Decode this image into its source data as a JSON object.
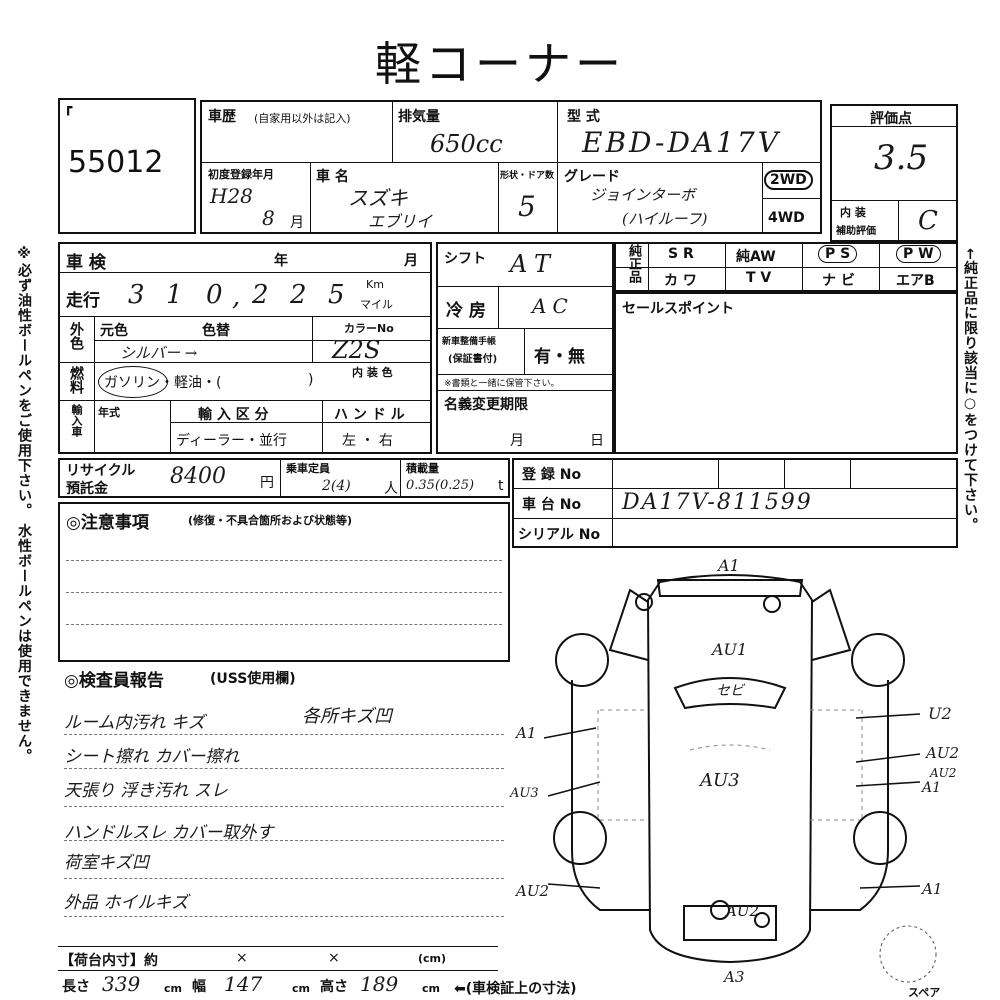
{
  "title": "軽コーナー",
  "lot_corner_mark": "┏",
  "lot_number": "55012",
  "history_label": "車歴",
  "history_note": "(自家用以外は記入)",
  "displacement_label": "排気量",
  "displacement_value": "650cc",
  "model_code_label": "型 式",
  "model_code_value": "EBD-DA17V",
  "score_label": "評価点",
  "score_value": "3.5",
  "first_reg_label": "初度登録年月",
  "first_reg_era": "H28",
  "first_reg_month": "8",
  "month_unit": "月",
  "car_name_label": "車 名",
  "car_maker": "スズキ",
  "car_name": "エブリイ",
  "doors_label": "形状・ドア数",
  "doors_value": "5",
  "grade_label": "グレード",
  "grade_value": "ジョインターボ",
  "grade_value_2": "(ハイルーフ)",
  "drive_2wd": "2WD",
  "drive_4wd": "4WD",
  "interior_label_1": "内 装",
  "interior_label_2": "補助評価",
  "interior_value": "C",
  "inspection_label": "車 検",
  "year_label": "年",
  "month_label": "月",
  "shift_label": "シフト",
  "shift_value": "AT",
  "options_label": "純正品",
  "options": [
    "S R",
    "純AW",
    "P S",
    "P W",
    "カ ワ",
    "T V",
    "ナ ビ",
    "エアB"
  ],
  "mileage_label": "走行",
  "mileage_digits": [
    "3",
    "1",
    "0",
    "2",
    "2",
    "5"
  ],
  "mileage_sep": ",",
  "mileage_unit_km": "Km",
  "mileage_unit_mile": "マイル",
  "ac_label": "冷 房",
  "ac_value": "AC",
  "sales_point_label": "セールスポイント",
  "exterior_color_label": "外色",
  "original_color_label": "元色",
  "repaint_label": "色替",
  "color_value": "シルバー →",
  "color_no_label": "カラーNo",
  "color_no_value": "Z2S",
  "manual_label_1": "新車整備手帳",
  "manual_label_2": "(保証書付)",
  "manual_value": "有・無",
  "manual_note": "※書類と一緒に保管下さい。",
  "fuel_label": "燃料",
  "fuel_value": "ガソリン・軽油・(",
  "fuel_close": ")",
  "interior_color_label": "内 装 色",
  "import_label": "輸入車",
  "import_year_label": "年式",
  "import_type_label": "輸 入 区 分",
  "handle_label": "ハ ン ド ル",
  "import_type_value": "ディーラー・並行",
  "handle_value": "左 ・ 右",
  "name_change_label": "名義変更期限",
  "name_change_month": "月",
  "name_change_day": "日",
  "recycle_label_1": "リサイクル",
  "recycle_label_2": "預託金",
  "recycle_value": "8400",
  "recycle_unit": "円",
  "capacity_label": "乗車定員",
  "capacity_value": "2(4)",
  "capacity_unit": "人",
  "load_label": "積載量",
  "load_value": "0.35(0.25)",
  "load_unit": "t",
  "reg_no_label": "登 録 No",
  "chassis_no_label": "車 台 No",
  "chassis_no_value": "DA17V-811599",
  "serial_no_label": "シリアル No",
  "notes_label": "◎注意事項",
  "notes_note": "(修復・不具合箇所および状態等)",
  "inspector_label": "◎検査員報告",
  "inspector_note": "(USS使用欄)",
  "inspector_lines": [
    "ルーム内汚れ キズ",
    "シート擦れ カバー擦れ",
    "天張り 浮き汚れ スレ",
    "ハンドルスレ カバー取外す",
    "荷室キズ凹",
    "外品 ホイルキズ"
  ],
  "inspector_side_note": "各所キズ凹",
  "side_note_left": "※必ず油性ボールペンをご使用下さい。 水性ボールペンは使用できません。",
  "side_note_right": "←純正品に限り該当に○をつけて下さい。",
  "damage_marks": [
    "A1",
    "AU1",
    "セビ",
    "AU3",
    "A1",
    "AU3",
    "U2",
    "AU2",
    "AU2",
    "AU2",
    "A1",
    "A1",
    "AU2",
    "A3"
  ],
  "cargo_label": "【荷台内寸】約",
  "cargo_x": "×",
  "cargo_unit": "(cm)",
  "length_label": "長さ",
  "length_value": "339",
  "width_label": "幅",
  "width_value": "147",
  "height_label": "高さ",
  "height_value": "189",
  "cm_unit": "cm",
  "shaken_note": "⬅(車検証上の寸法)",
  "spare_label": "スペア"
}
